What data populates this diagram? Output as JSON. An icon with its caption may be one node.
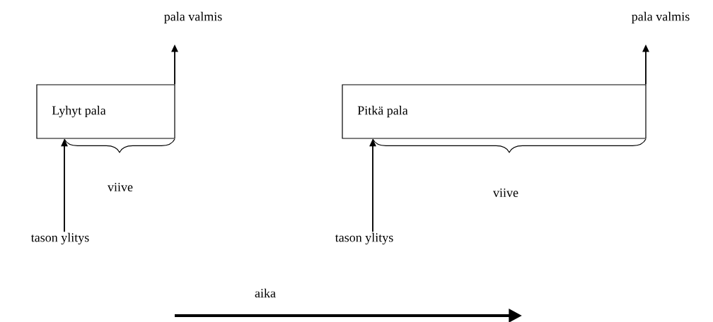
{
  "diagram": {
    "nodes": [
      {
        "text": [
          "Lyhyt pala"
        ]
      },
      {
        "text": [
          "tason ylitys"
        ]
      },
      {
        "text": [
          "pala valmis"
        ]
      },
      {
        "text": [
          "Pitkä pala"
        ]
      },
      {
        "text": [
          "tason ylitys"
        ]
      },
      {
        "text": [
          "pala valmis"
        ]
      }
    ],
    "edges": [
      {
        "from": 1,
        "to": 0,
        "arrow": "to"
      },
      {
        "from": 0,
        "to": 2,
        "arrow": "to"
      },
      {
        "from": 4,
        "to": 3,
        "arrow": "to"
      },
      {
        "from": 3,
        "to": 5,
        "arrow": "to"
      }
    ],
    "labels": [
      "viive",
      "viive",
      "aika"
    ]
  }
}
